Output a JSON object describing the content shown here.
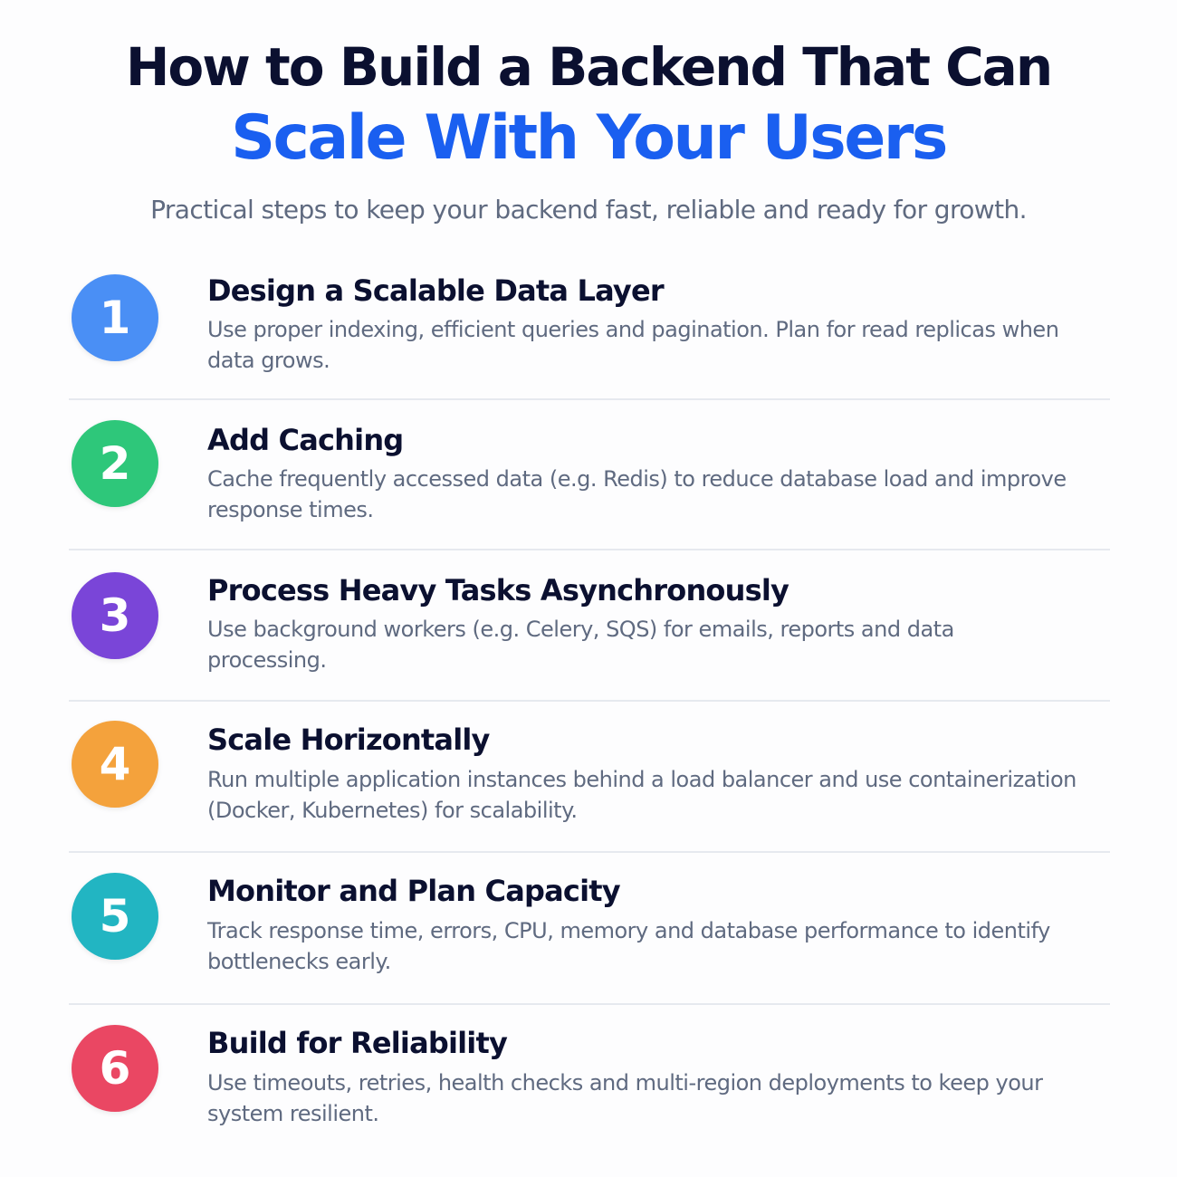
{
  "header": {
    "title_line1": "How to Build a Backend That Can",
    "title_line2": "Scale With Your Users",
    "subtitle": "Practical steps to keep your backend fast, reliable and ready for growth."
  },
  "colors": {
    "title_dark": "#0b1030",
    "title_accent": "#1a5ff0",
    "text_muted": "#5f6a80",
    "step_1": "#4a8ff5",
    "step_2": "#2ec77a",
    "step_3": "#7a45d8",
    "step_4": "#f4a23c",
    "step_5": "#22b5c2",
    "step_6": "#ea4763"
  },
  "steps": [
    {
      "number": "1",
      "title": "Design a Scalable Data Layer",
      "description": "Use proper indexing, efficient queries and pagination. Plan for read replicas when data grows."
    },
    {
      "number": "2",
      "title": "Add Caching",
      "description": "Cache frequently accessed data (e.g. Redis) to reduce database load and improve response times."
    },
    {
      "number": "3",
      "title": "Process Heavy Tasks Asynchronously",
      "description": "Use background workers (e.g. Celery, SQS) for emails, reports and data processing."
    },
    {
      "number": "4",
      "title": "Scale Horizontally",
      "description": "Run multiple application instances behind a load balancer and use containerization (Docker, Kubernetes) for scalability."
    },
    {
      "number": "5",
      "title": "Monitor and Plan Capacity",
      "description": "Track response time, errors, CPU, memory and database performance to identify bottlenecks early."
    },
    {
      "number": "6",
      "title": "Build for Reliability",
      "description": "Use timeouts, retries, health checks and multi-region deployments to keep your system resilient."
    }
  ]
}
